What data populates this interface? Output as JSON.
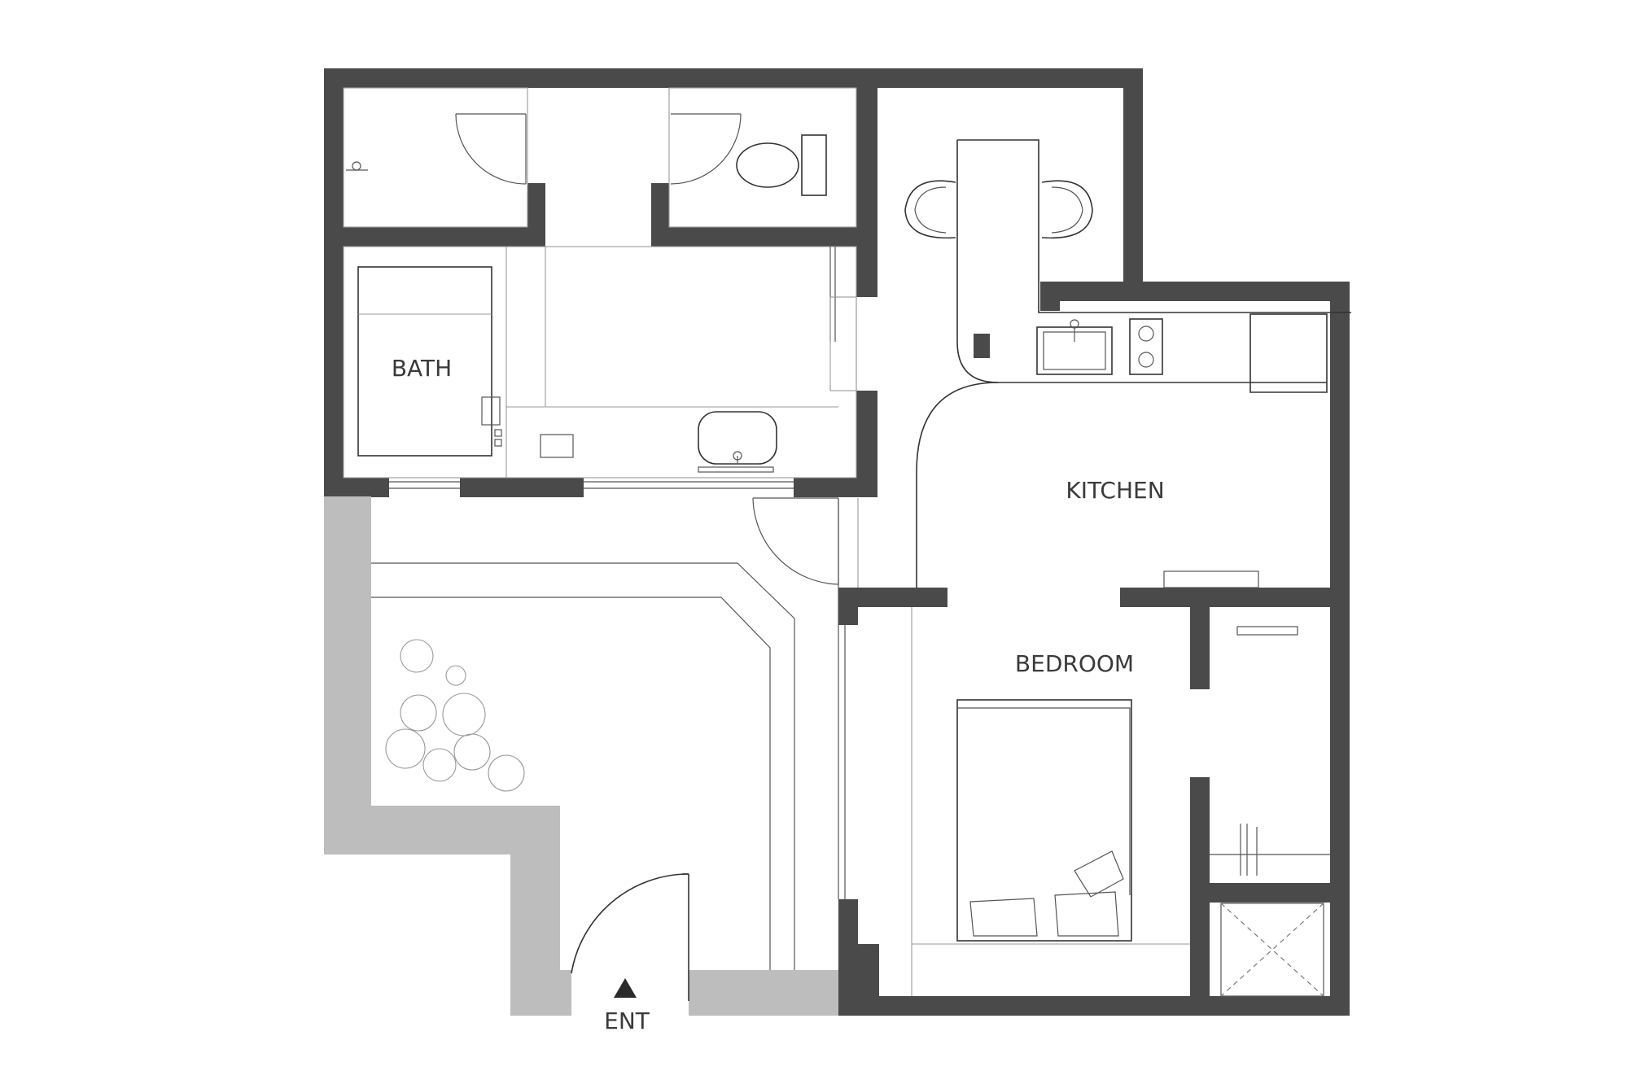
{
  "colors": {
    "wall": "#4a4a4b",
    "exterior_wall": "#bdbdbd",
    "background": "#ffffff",
    "line": "#333333"
  },
  "rooms": {
    "bath": "BATH",
    "kitchen": "KITCHEN",
    "bedroom": "BEDROOM"
  },
  "entrance": {
    "label": "ENT"
  }
}
